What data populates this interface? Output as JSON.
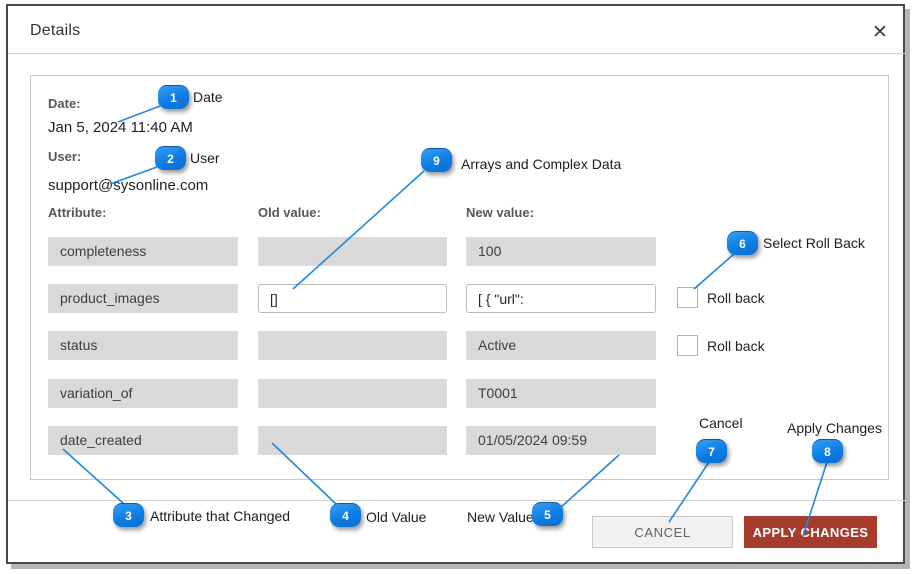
{
  "colors": {
    "accent_blue": "#1e88e5",
    "apply_button_bg": "#a63d2c",
    "field_gray": "#d9d9d9"
  },
  "dialog": {
    "title": "Details",
    "close_icon": "✕",
    "info": {
      "date_label": "Date:",
      "date_value": "Jan 5, 2024 11:40 AM",
      "user_label": "User:",
      "user_value": "support@sysonline.com"
    },
    "columns": {
      "attribute": "Attribute:",
      "old_value": "Old value:",
      "new_value": "New value:"
    },
    "rows": [
      {
        "attribute": "completeness",
        "old_value": "",
        "new_value": "100"
      },
      {
        "attribute": "product_images",
        "old_value": "[]",
        "new_value": "[ { \"url\":",
        "rollback_label": "Roll back"
      },
      {
        "attribute": "status",
        "old_value": "",
        "new_value": "Active",
        "rollback_label": "Roll back"
      },
      {
        "attribute": "variation_of",
        "old_value": "",
        "new_value": "T0001"
      },
      {
        "attribute": "date_created",
        "old_value": "",
        "new_value": "01/05/2024 09:59"
      }
    ],
    "buttons": {
      "cancel": "CANCEL",
      "apply": "APPLY CHANGES"
    }
  },
  "callouts": [
    {
      "number": "1",
      "label": "Date"
    },
    {
      "number": "2",
      "label": "User"
    },
    {
      "number": "3",
      "label": "Attribute that Changed"
    },
    {
      "number": "4",
      "label": "Old Value"
    },
    {
      "number": "5",
      "label": "New Value"
    },
    {
      "number": "6",
      "label": "Select Roll Back"
    },
    {
      "number": "7",
      "label": "Cancel"
    },
    {
      "number": "8",
      "label": "Apply Changes"
    },
    {
      "number": "9",
      "label": "Arrays and Complex Data"
    }
  ]
}
